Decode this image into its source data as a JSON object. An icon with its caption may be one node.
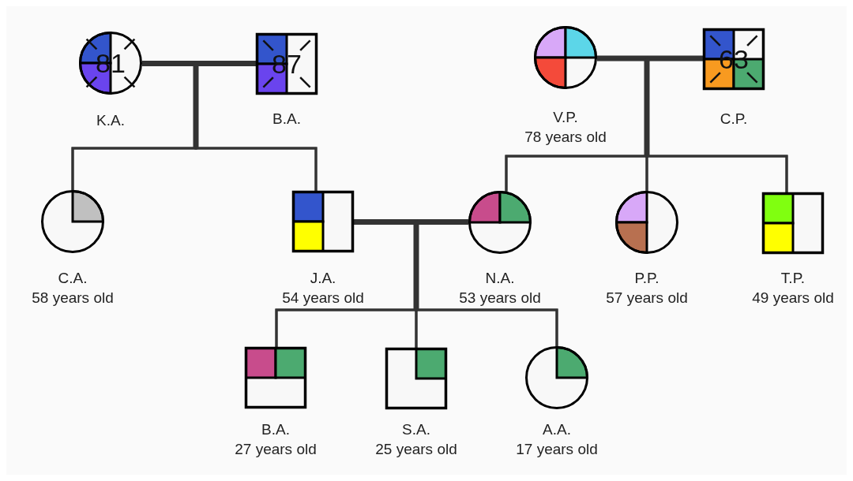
{
  "diagram": {
    "nodes": [
      {
        "text": [
          "81"
        ],
        "beside": [
          "K.A."
        ]
      },
      {
        "text": [
          "87"
        ],
        "beside": [
          "B.A."
        ]
      },
      {
        "text": [],
        "shape": "circle",
        "beside": [
          "V.P.",
          "78 years old"
        ]
      },
      {
        "text": [
          "63"
        ],
        "beside": [
          "C.P."
        ]
      },
      {
        "text": [],
        "shape": "circle",
        "beside": [
          "C.A.",
          "58 years old"
        ]
      },
      {
        "text": [],
        "shape": "box",
        "beside": [
          "J.A.",
          "54 years old"
        ]
      },
      {
        "text": [],
        "shape": "circle",
        "beside": [
          "N.A.",
          "53 years old"
        ]
      },
      {
        "text": [],
        "shape": "circle",
        "beside": [
          "P.P.",
          "57 years old"
        ]
      },
      {
        "text": [],
        "shape": "box",
        "beside": [
          "T.P.",
          "49 years old"
        ]
      },
      {
        "text": [],
        "shape": "box",
        "beside": [
          "B.A.",
          "27 years old"
        ]
      },
      {
        "text": [],
        "shape": "box",
        "beside": [
          "S.A.",
          "25 years old"
        ]
      },
      {
        "text": [],
        "shape": "circle",
        "beside": [
          "A.A.",
          "17 years old"
        ]
      }
    ],
    "edges": [
      {
        "from": 0,
        "to": 1,
        "arrow": "none",
        "style": "thick"
      },
      {
        "from": 0,
        "to": 4,
        "arrow": "none"
      },
      {
        "from": 0,
        "to": 5,
        "arrow": "none"
      },
      {
        "from": 1,
        "to": 4,
        "arrow": "none"
      },
      {
        "from": 1,
        "to": 5,
        "arrow": "none"
      },
      {
        "from": 2,
        "to": 3,
        "arrow": "none",
        "style": "thick"
      },
      {
        "from": 2,
        "to": 6,
        "arrow": "none"
      },
      {
        "from": 2,
        "to": 7,
        "arrow": "none"
      },
      {
        "from": 2,
        "to": 8,
        "arrow": "none"
      },
      {
        "from": 3,
        "to": 6,
        "arrow": "none"
      },
      {
        "from": 3,
        "to": 7,
        "arrow": "none"
      },
      {
        "from": 3,
        "to": 8,
        "arrow": "none"
      },
      {
        "from": 5,
        "to": 6,
        "arrow": "none",
        "style": "thick"
      },
      {
        "from": 5,
        "to": 9,
        "arrow": "none"
      },
      {
        "from": 5,
        "to": 10,
        "arrow": "none"
      },
      {
        "from": 5,
        "to": 11,
        "arrow": "none"
      },
      {
        "from": 6,
        "to": 9,
        "arrow": "none"
      },
      {
        "from": 6,
        "to": 10,
        "arrow": "none"
      },
      {
        "from": 6,
        "to": 11,
        "arrow": "none"
      }
    ]
  }
}
